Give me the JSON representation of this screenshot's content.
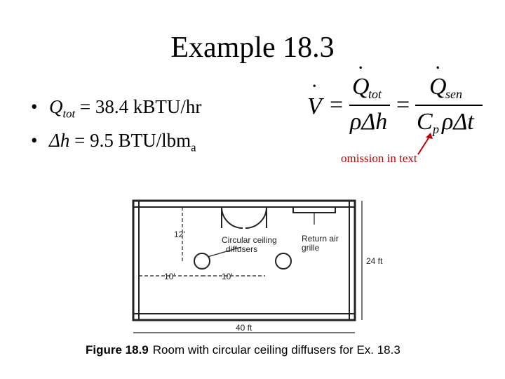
{
  "slide": {
    "title": "Example 18.3"
  },
  "bullets": [
    {
      "symbol": "Q",
      "sub": "tot",
      "rest": " = 38.4 kBTU/hr"
    },
    {
      "symbol": "Δh",
      "sub": "",
      "rest": " = 9.5 BTU/lbm",
      "tail_sub": "a"
    }
  ],
  "formula": {
    "lhs": "V",
    "eq": "=",
    "num1": "Q",
    "num1_sub": "tot",
    "den1": "ρΔh",
    "num2": "Q",
    "num2_sub": "sen",
    "den2_c": "C",
    "den2_sub": "p",
    "den2_rest": "ρΔt",
    "dot_glyph": "·"
  },
  "annotation": {
    "text": "omission in text",
    "color": "#c00000"
  },
  "figure": {
    "caption_label": "Figure 18.9",
    "caption_text": "Room with circular ceiling diffusers for Ex. 18.3",
    "labels": {
      "diffusers": [
        "Circular ceiling",
        "diffusers"
      ],
      "grille": [
        "Return air",
        "grille"
      ],
      "dim_12": "12'",
      "dim_10a": "10'",
      "dim_10b": "10'",
      "dim_24": "24 ft",
      "dim_40": "40 ft"
    }
  }
}
